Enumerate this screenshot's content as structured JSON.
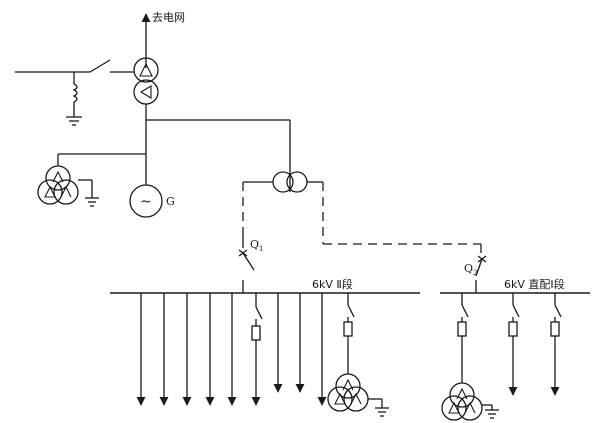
{
  "labels": {
    "to_grid": "去电网",
    "generator": "G",
    "generator_symbol": "~",
    "breaker_q1": "Q",
    "breaker_q1_sub": "1",
    "breaker_q2": "Q",
    "breaker_q2_sub": "2",
    "bus_left": "6kV Ⅱ段",
    "bus_right": "6kV 直配Ⅰ段"
  }
}
